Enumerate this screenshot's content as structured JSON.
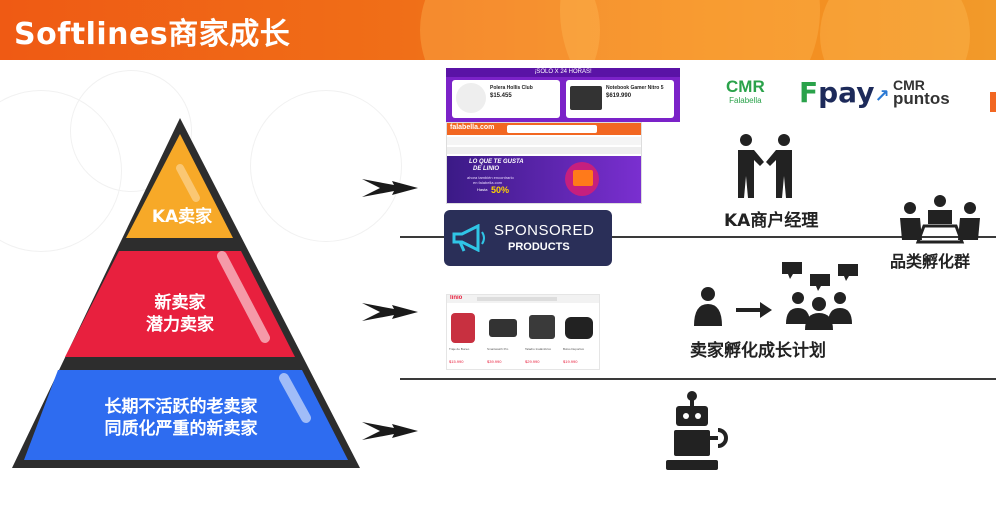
{
  "header": {
    "title": "Softlines商家成长"
  },
  "pyramid": {
    "top_label": "KA卖家",
    "middle_label_1": "新卖家",
    "middle_label_2": "潜力卖家",
    "bottom_label_1": "长期不活跃的老卖家",
    "bottom_label_2": "同质化严重的新卖家"
  },
  "tier1": {
    "promo_banner": "¡SOLO X 24 HORAS!",
    "product1_name": "Polera Hollis Club",
    "product1_price": "$15.455",
    "product2_name": "Notebook Gamer Nitro 5",
    "product2_price": "$619.990",
    "site_name": "falabella.com",
    "hero_line1": "LO QUE TE GUSTA",
    "hero_line2": "DE LINIO",
    "hero_line3": "ahora también encontrarlo",
    "hero_line4": "en falabella.com",
    "hero_discount_prefix": "Hasta",
    "hero_discount": "50%",
    "brands": [
      "CMR Falabella",
      "Fpay",
      "CMR puntos"
    ],
    "ka_manager_label": "KA商户经理",
    "category_label": "品类孵化群"
  },
  "sponsored": {
    "line1": "SPONSORED",
    "line2": "PRODUCTS"
  },
  "tier2": {
    "store_name": "linio",
    "products": [
      {
        "name": "Traje de Buceo",
        "price": "$15.990"
      },
      {
        "name": "Smartwatch Pro",
        "price": "$39.990"
      },
      {
        "name": "Taladro Inalámbrico",
        "price": "$29.990"
      },
      {
        "name": "Bolso Deportivo",
        "price": "$19.990"
      }
    ],
    "incubation_label": "卖家孵化成长计划"
  },
  "colors": {
    "header": "#ef5a14",
    "pyramid_top": "#f7a928",
    "pyramid_mid": "#e8203e",
    "pyramid_bottom": "#2e6cf0",
    "pyramid_border": "#2d2d2d",
    "sponsored_bg": "#2a2f58",
    "sponsored_accent": "#30c5e6"
  },
  "icons": [
    "handshake-icon",
    "team-meeting-icon",
    "person-arrow-group-icon",
    "robot-icon",
    "arrow-right-icon",
    "megaphone-icon"
  ]
}
